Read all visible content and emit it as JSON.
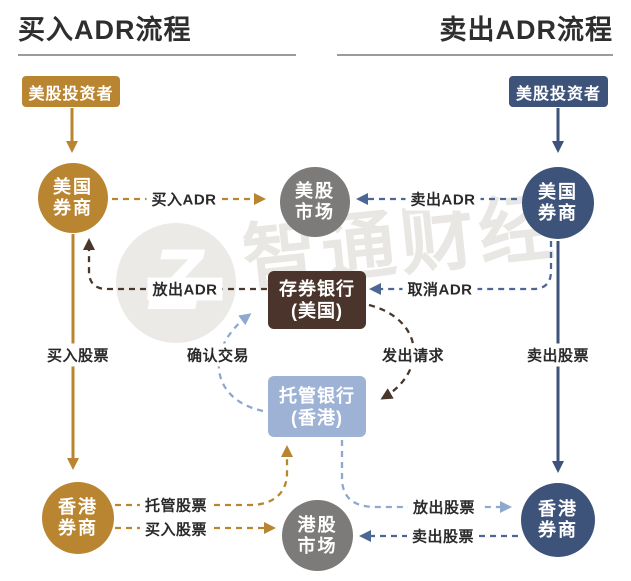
{
  "titles": {
    "buy_flow": "买入ADR流程",
    "sell_flow": "卖出ADR流程"
  },
  "watermark": {
    "logo_letter": "Z",
    "brand_text": "智通财经"
  },
  "nodes": {
    "investor_left": {
      "label": "美股投资者"
    },
    "investor_right": {
      "label": "美股投资者"
    },
    "us_broker_left": {
      "line1": "美国",
      "line2": "券商"
    },
    "us_market": {
      "line1": "美股",
      "line2": "市场"
    },
    "us_broker_right": {
      "line1": "美国",
      "line2": "券商"
    },
    "depositary_bank": {
      "line1": "存券银行",
      "line2": "(美国)"
    },
    "custodian_bank": {
      "line1": "托管银行",
      "line2": "(香港)"
    },
    "hk_broker_left": {
      "line1": "香港",
      "line2": "券商"
    },
    "hk_market": {
      "line1": "港股",
      "line2": "市场"
    },
    "hk_broker_right": {
      "line1": "香港",
      "line2": "券商"
    }
  },
  "flow_labels": {
    "buy_adr": "买入ADR",
    "sell_adr": "卖出ADR",
    "release_adr": "放出ADR",
    "cancel_adr": "取消ADR",
    "confirm_trade": "确认交易",
    "send_request": "发出请求",
    "buy_stock_left": "买入股票",
    "sell_stock_right": "卖出股票",
    "custody_stock": "托管股票",
    "buy_stock_bottom": "买入股票",
    "release_stock": "放出股票",
    "sell_stock_bottom": "卖出股票"
  },
  "colors": {
    "orange": "#BA8530",
    "navy": "#3E5379",
    "dash_blue": "#4D6795",
    "gray_circle": "#7C7B79",
    "depositary_brown": "#4A342B",
    "brown_line": "#4A372B",
    "custodian_steel_blue": "#9DB2D4",
    "steel_blue_line": "#8EA8CE",
    "title_text": "#2E2E2E",
    "watermark_gray": "#E9E7E3"
  }
}
